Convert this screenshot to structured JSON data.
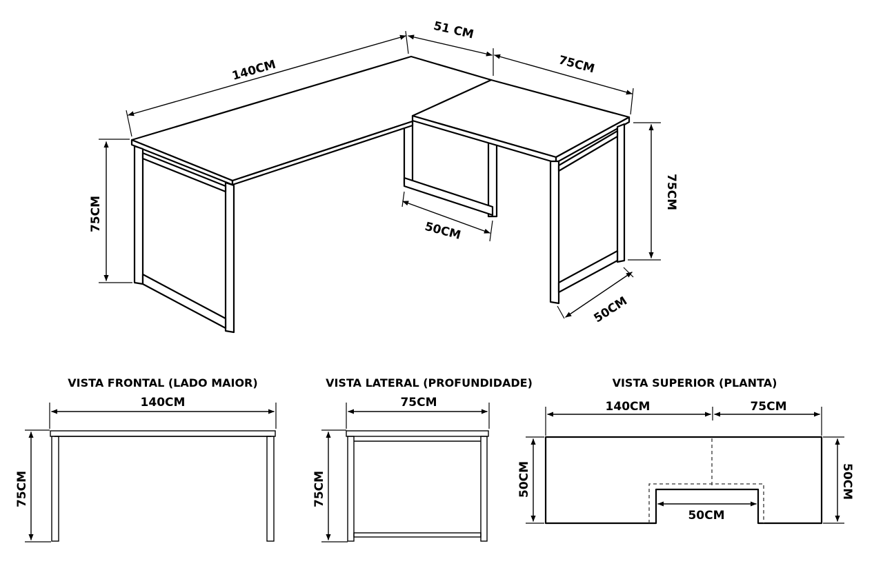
{
  "iso": {
    "dim_length": "140CM",
    "dim_return_width": "51 CM",
    "dim_return_length": "75CM",
    "dim_height_left": "75CM",
    "dim_height_right": "75CM",
    "dim_inner_depth": "50CM",
    "dim_side_depth": "50CM"
  },
  "front_view": {
    "title": "VISTA FRONTAL (LADO MAIOR)",
    "width": "140CM",
    "height": "75CM"
  },
  "side_view": {
    "title": "VISTA LATERAL (PROFUNDIDADE)",
    "width": "75CM",
    "height": "75CM"
  },
  "top_view": {
    "title": "VISTA SUPERIOR (PLANTA)",
    "width_main": "140CM",
    "width_return": "75CM",
    "depth_left": "50CM",
    "depth_right": "50CM",
    "notch": "50CM"
  }
}
